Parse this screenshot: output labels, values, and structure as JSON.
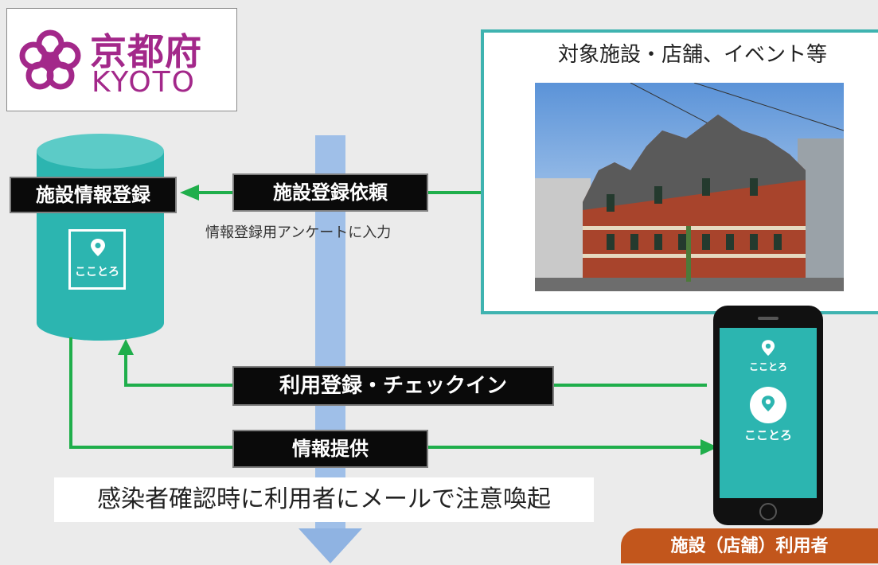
{
  "logo": {
    "name_ja": "京都府",
    "name_en": "KYOTO"
  },
  "facility_panel": {
    "title": "対象施設・店舗、イベント等"
  },
  "labels": {
    "facility_info_registration": "施設情報登録",
    "facility_registration_request": "施設登録依頼",
    "usage_registration_checkin": "利用登録・チェックイン",
    "information_provision": "情報提供"
  },
  "notes": {
    "survey_input": "情報登録用アンケートに入力"
  },
  "warning": "感染者確認時に利用者にメールで注意喚起",
  "app": {
    "name": "こことろ"
  },
  "user_tab": "施設（店舗）利用者",
  "colors": {
    "teal": "#2cb5b0",
    "green_arrow": "#1fae4b",
    "blue_arrow": "#9fbfe8",
    "kyoto_purple": "#a3288a",
    "user_tab_orange": "#c2561c"
  },
  "icons": [
    "location-pin-icon",
    "kyoto-crest-icon"
  ]
}
